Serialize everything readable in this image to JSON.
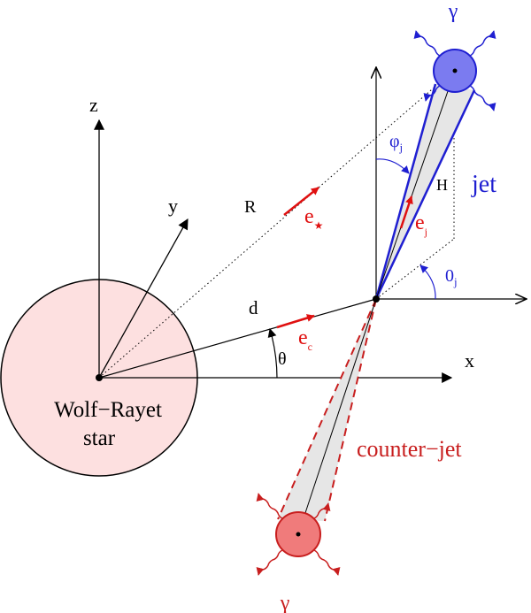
{
  "diagram": {
    "star": {
      "line1": "Wolf−Rayet",
      "line2": "star"
    },
    "axes": {
      "x": "x",
      "y": "y",
      "z": "z"
    },
    "distances": {
      "d": "d",
      "R": "R",
      "H": "H"
    },
    "angles": {
      "theta": "θ",
      "phi_j": "φ",
      "phi_j_sub": "j",
      "theta_j": "0",
      "theta_j_sub": "j"
    },
    "vectors": {
      "e_star": "e",
      "e_star_sub": "★",
      "e_c": "e",
      "e_c_sub": "c",
      "e_j": "e",
      "e_j_sub": "j"
    },
    "jet": {
      "label": "jet",
      "photon": "γ"
    },
    "counter_jet": {
      "label": "counter−jet",
      "photon": "γ"
    },
    "colors": {
      "star_fill": "#fde0e0",
      "jet_blue": "#1f1fd1",
      "jet_blob": "#7b7bf0",
      "counter_red": "#c81e1e",
      "counter_blob": "#f07b7b",
      "cone_fill": "#e6e6e6",
      "vector_red": "#e01010"
    }
  }
}
